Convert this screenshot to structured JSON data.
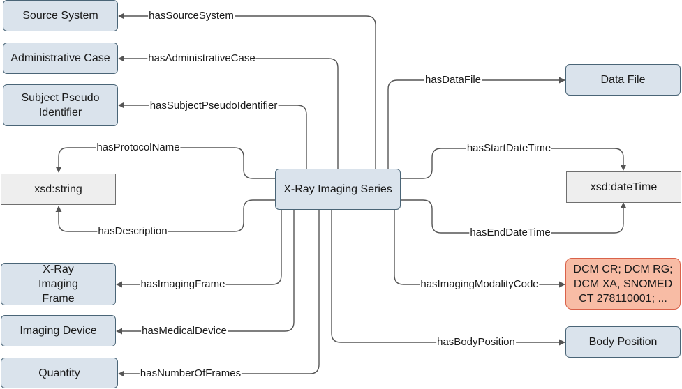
{
  "diagram": {
    "center": "X-Ray Imaging Series",
    "nodes": {
      "source_system": "Source System",
      "administrative_case": "Administrative Case",
      "subject_pseudo_identifier": "Subject Pseudo Identifier",
      "xsd_string": "xsd:string",
      "xray_imaging_frame": "X-Ray Imaging Frame",
      "imaging_device": "Imaging Device",
      "quantity": "Quantity",
      "data_file": "Data File",
      "xsd_datetime": "xsd:dateTime",
      "modality_codes": "DCM CR; DCM RG; DCM XA, SNOMED CT 278110001; ...",
      "body_position": "Body Position"
    },
    "edges": {
      "has_source_system": "hasSourceSystem",
      "has_administrative_case": "hasAdministrativeCase",
      "has_subject_pseudo_identifier": "hasSubjectPseudoIdentifier",
      "has_protocol_name": "hasProtocolName",
      "has_description": "hasDescription",
      "has_imaging_frame": "hasImagingFrame",
      "has_medical_device": "hasMedicalDevice",
      "has_number_of_frames": "hasNumberOfFrames",
      "has_data_file": "hasDataFile",
      "has_start_date_time": "hasStartDateTime",
      "has_end_date_time": "hasEndDateTime",
      "has_imaging_modality_code": "hasImagingModalityCode",
      "has_body_position": "hasBodyPosition"
    },
    "colors": {
      "class_fill": "#dae3ec",
      "class_border": "#4a6577",
      "literal_fill": "#eeeeee",
      "literal_border": "#6f6f6f",
      "value_fill": "#f8bca5",
      "value_border": "#d9624a",
      "edge": "#555555"
    }
  }
}
